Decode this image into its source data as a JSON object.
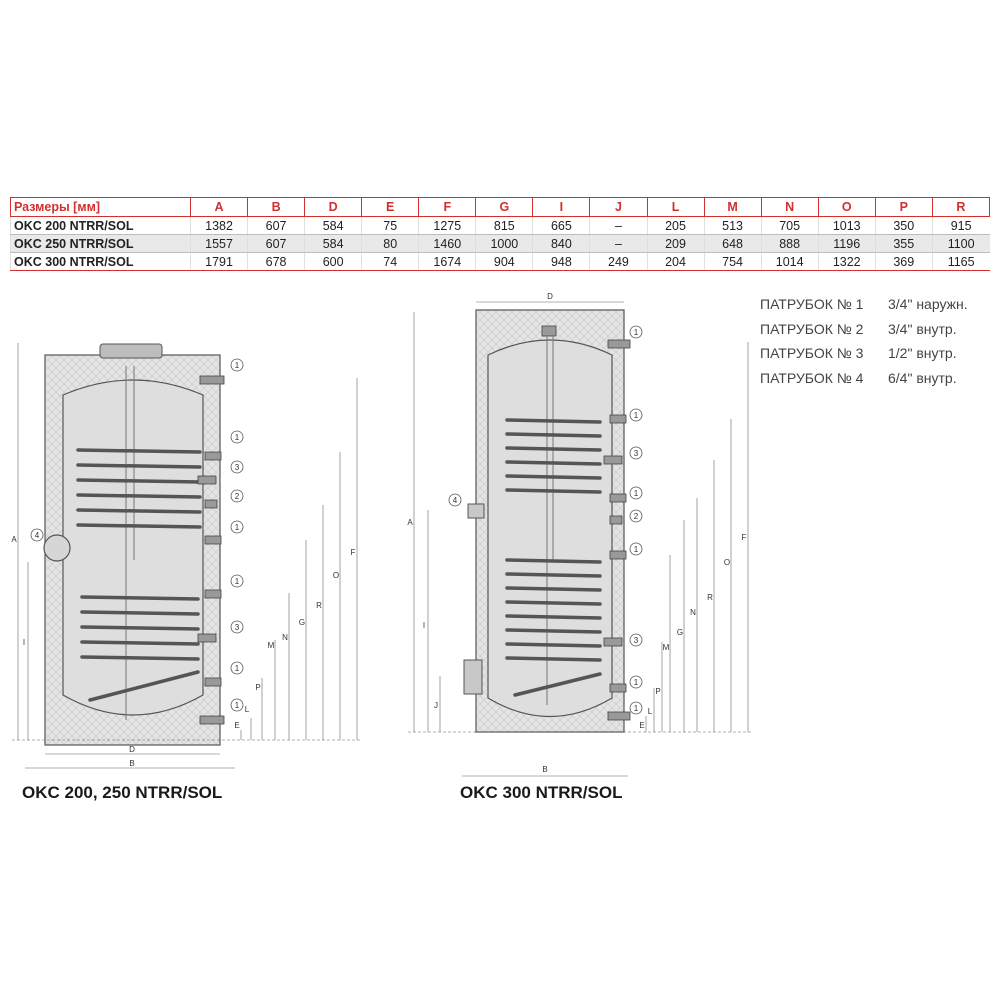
{
  "table": {
    "header": [
      "Размеры [мм]",
      "A",
      "B",
      "D",
      "E",
      "F",
      "G",
      "I",
      "J",
      "L",
      "M",
      "N",
      "O",
      "P",
      "R"
    ],
    "rows": [
      {
        "model": "OKC 200 NTRR/SOL",
        "values": [
          "1382",
          "607",
          "584",
          "75",
          "1275",
          "815",
          "665",
          "–",
          "205",
          "513",
          "705",
          "1013",
          "350",
          "915"
        ]
      },
      {
        "model": "OKC 250 NTRR/SOL",
        "values": [
          "1557",
          "607",
          "584",
          "80",
          "1460",
          "1000",
          "840",
          "–",
          "209",
          "648",
          "888",
          "1196",
          "355",
          "1100"
        ]
      },
      {
        "model": "OKC 300 NTRR/SOL",
        "values": [
          "1791",
          "678",
          "600",
          "74",
          "1674",
          "904",
          "948",
          "249",
          "204",
          "754",
          "1014",
          "1322",
          "369",
          "1165"
        ]
      }
    ]
  },
  "nozzles": [
    {
      "label": "ПАТРУБОК № 1",
      "size": "3/4\" наружн."
    },
    {
      "label": "ПАТРУБОК № 2",
      "size": "3/4\" внутр."
    },
    {
      "label": "ПАТРУБОК № 3",
      "size": "1/2\" внутр."
    },
    {
      "label": "ПАТРУБОК № 4",
      "size": "6/4\" внутр."
    }
  ],
  "drawings": {
    "left_caption": "OKC 200, 250 NTRR/SOL",
    "right_caption": "OKC 300 NTRR/SOL",
    "left_nozzle_callouts": [
      "1",
      "1",
      "3",
      "2",
      "1",
      "1",
      "3",
      "1",
      "1",
      "4"
    ],
    "right_nozzle_callouts": [
      "1",
      "1",
      "3",
      "1",
      "2",
      "1",
      "3",
      "1",
      "1",
      "4"
    ],
    "dim_letters": {
      "A": "A",
      "B": "B",
      "D": "D",
      "E": "E",
      "F": "F",
      "G": "G",
      "I": "I",
      "J": "J",
      "L": "L",
      "M": "M",
      "N": "N",
      "O": "O",
      "P": "P",
      "R": "R"
    }
  }
}
